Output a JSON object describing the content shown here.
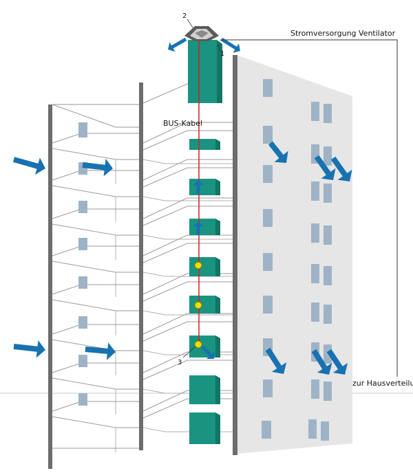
{
  "labels": {
    "marker_fan": "2",
    "marker_shaft_top": "1",
    "marker_sensor": "3",
    "power_supply": "Stromversorgung Ventilator",
    "bus_cable": "BUS-Kabel",
    "distribution": "zur Hausverteilung"
  },
  "colors": {
    "shaft": "#1a9480",
    "arrow": "#1872b0",
    "window": "#9fb3c6",
    "facade": "#e6e6e6",
    "wall": "#6d6d6d",
    "bus_cable": "#cc2222",
    "sensor": "#f0e000",
    "line": "#333333"
  },
  "icons": [
    "fan-icon",
    "sensor-icon",
    "arrow-icon",
    "window-icon"
  ]
}
